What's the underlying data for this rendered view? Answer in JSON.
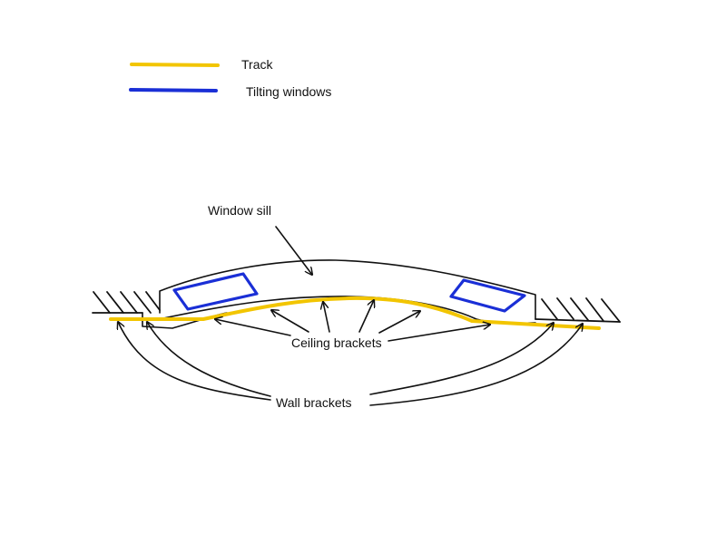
{
  "legend": {
    "items": [
      {
        "label": "Track",
        "color": "#f2c500"
      },
      {
        "label": "Tilting windows",
        "color": "#1a2fd6"
      }
    ]
  },
  "labels": {
    "window_sill": "Window sill",
    "ceiling_brackets": "Ceiling brackets",
    "wall_brackets": "Wall brackets"
  },
  "colors": {
    "line": "#111111",
    "track": "#f2c500",
    "window": "#1a2fd6"
  }
}
